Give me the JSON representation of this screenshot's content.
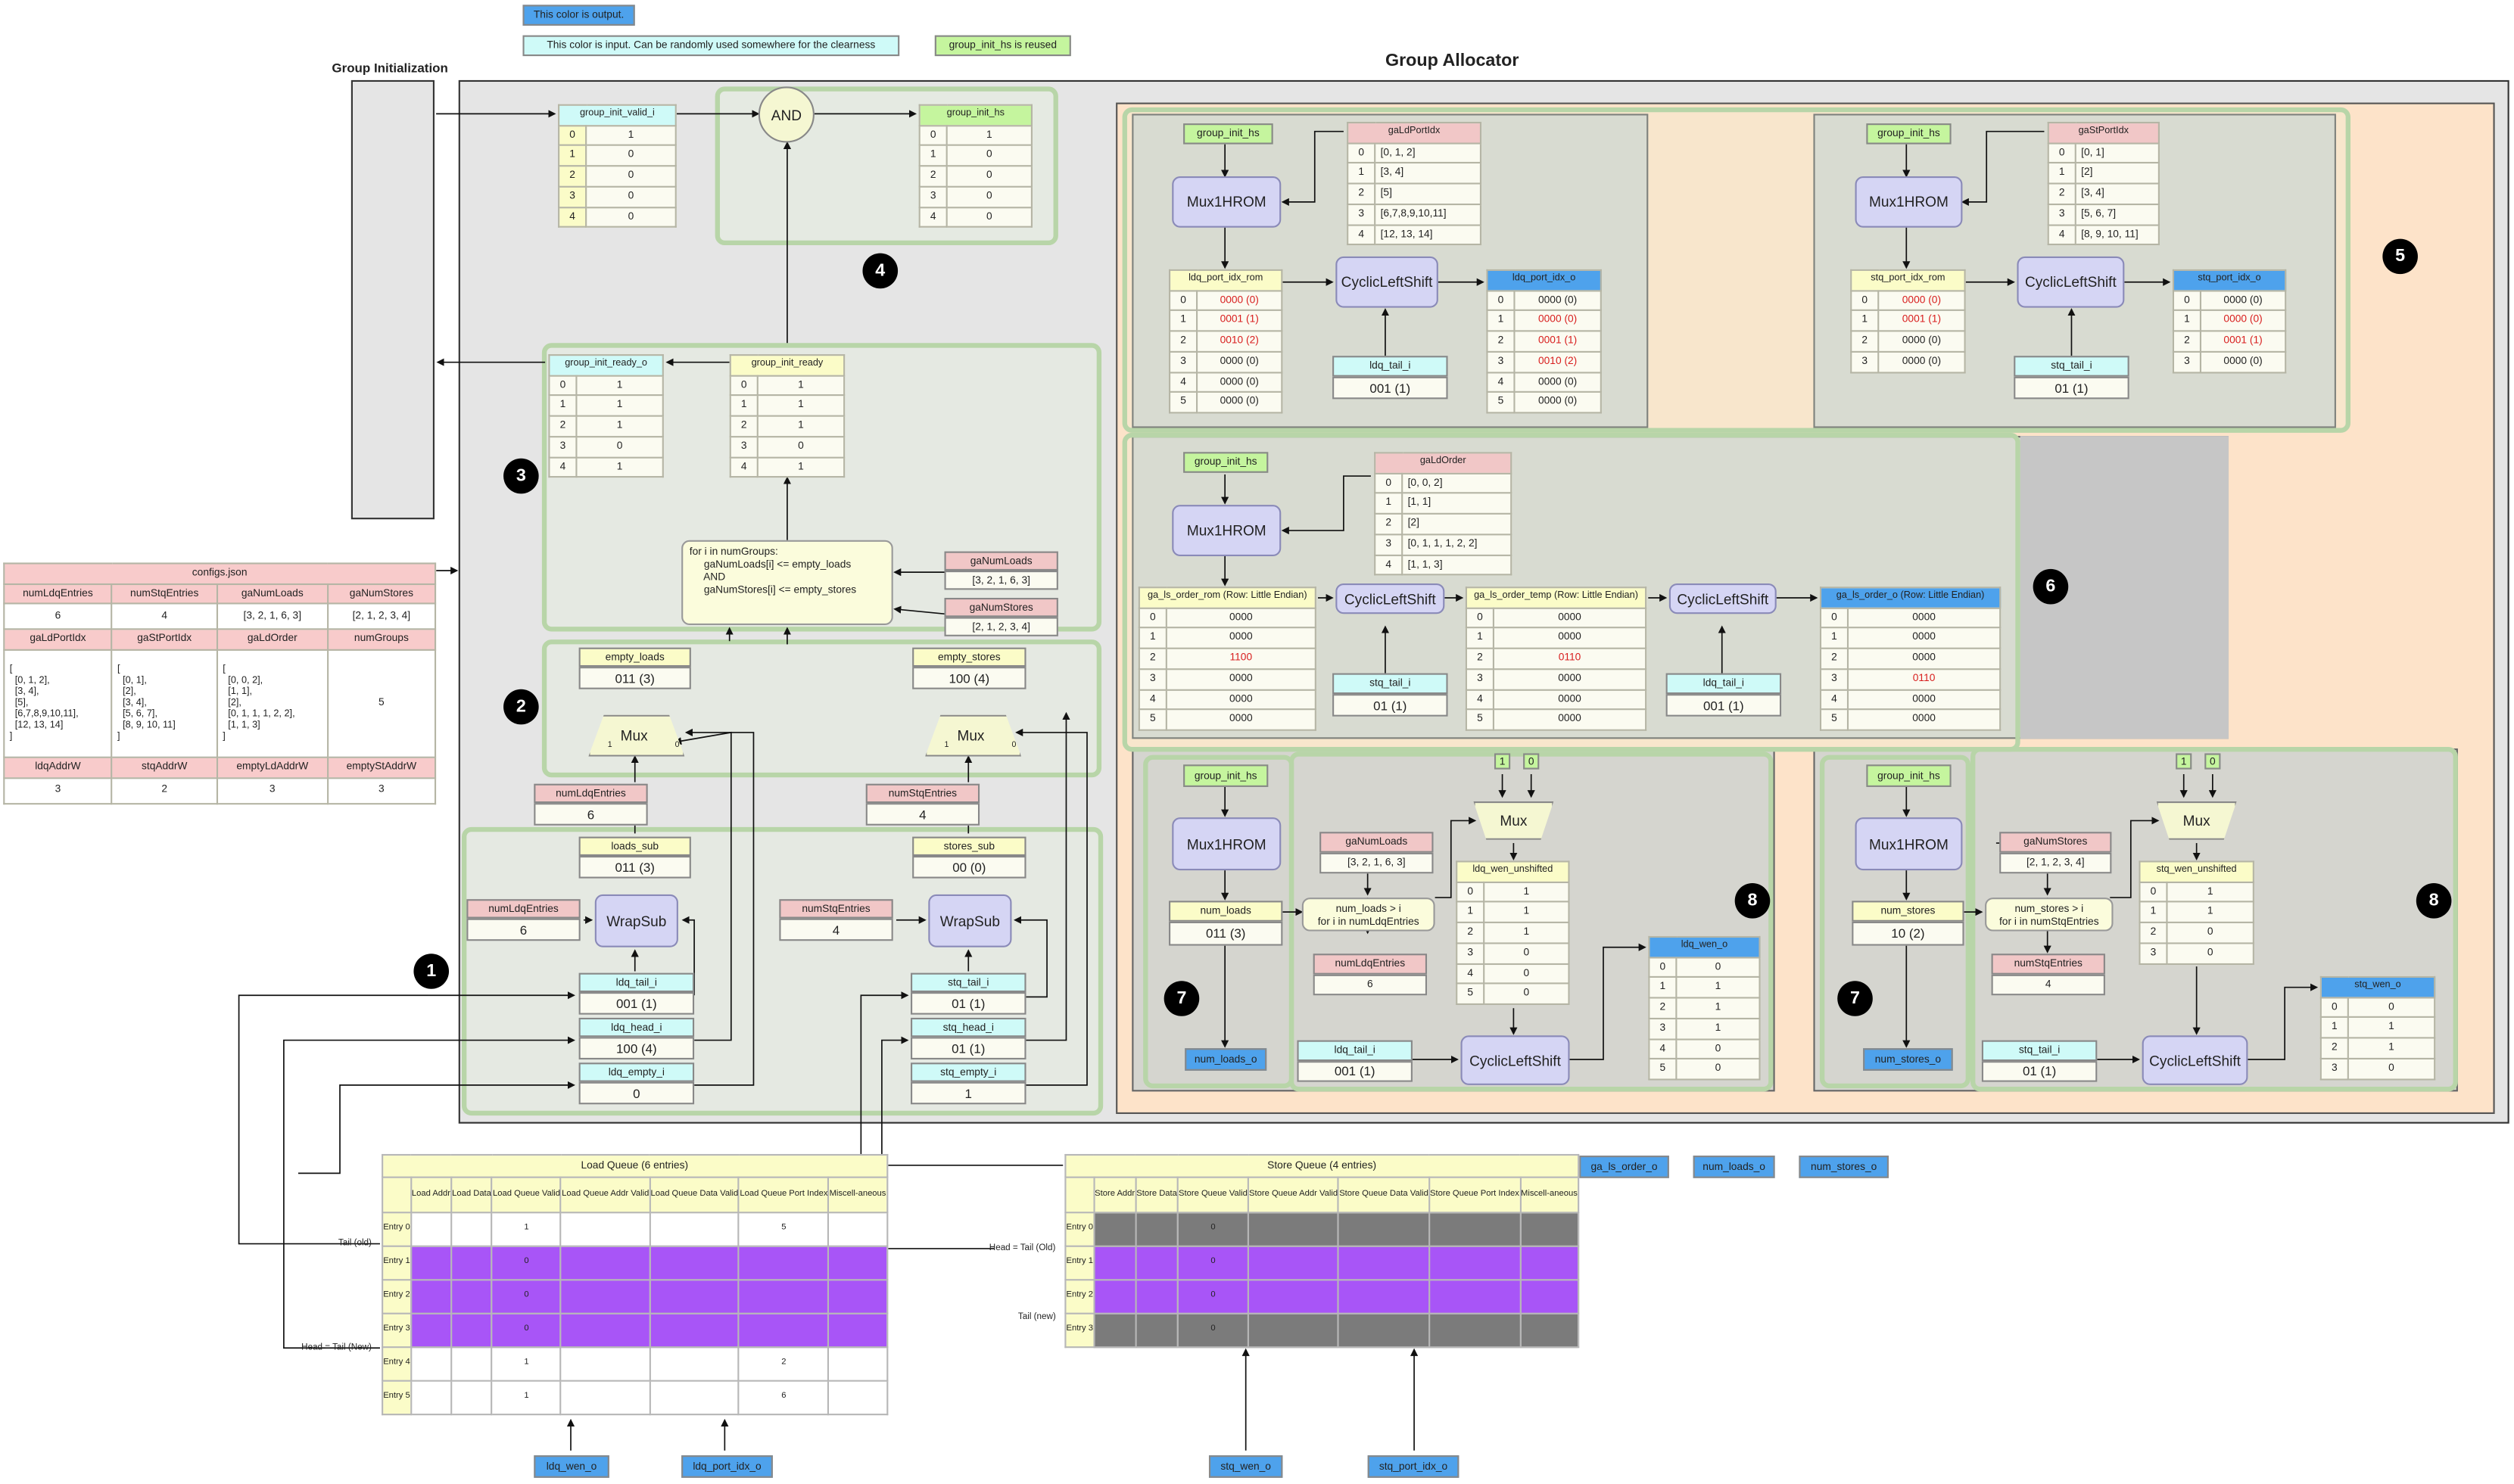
{
  "legend": {
    "output": "This color is output.",
    "input": "This color is input. Can be randomly used somewhere for the clearness",
    "reused": "group_init_hs is reused"
  },
  "titles": {
    "group_initialization": "Group Initialization",
    "group_allocator": "Group Allocator"
  },
  "configs": {
    "title": "configs.json",
    "row1_headers": [
      "numLdqEntries",
      "numStqEntries",
      "gaNumLoads",
      "gaNumStores"
    ],
    "row1_values": [
      "6",
      "4",
      "[3, 2, 1, 6, 3]",
      "[2, 1, 2, 3, 4]"
    ],
    "row2_headers": [
      "gaLdPortIdx",
      "gaStPortIdx",
      "gaLdOrder",
      "numGroups"
    ],
    "row2_values": [
      "[\n  [0, 1, 2],\n  [3, 4],\n  [5],\n  [6,7,8,9,10,11],\n  [12, 13, 14]\n]",
      "[\n  [0, 1],\n  [2],\n  [3, 4],\n  [5, 6, 7],\n  [8, 9, 10, 11]\n]",
      "[\n  [0, 0, 2],\n  [1, 1],\n  [2],\n  [0, 1, 1, 1, 2, 2],\n  [1, 1, 3]\n]",
      "5"
    ],
    "row3_headers": [
      "ldqAddrW",
      "stqAddrW",
      "emptyLdAddrW",
      "emptyStAddrW"
    ],
    "row3_values": [
      "3",
      "2",
      "3",
      "3"
    ]
  },
  "badges": [
    "1",
    "2",
    "3",
    "4",
    "5",
    "6",
    "7",
    "8",
    "7",
    "8"
  ],
  "init": {
    "valid_title": "group_init_valid_i",
    "valid": [
      "1",
      "0",
      "0",
      "0",
      "0"
    ],
    "and_label": "AND",
    "hs_title": "group_init_hs",
    "hs": [
      "1",
      "0",
      "0",
      "0",
      "0"
    ],
    "ready_o_title": "group_init_ready_o",
    "ready_o": [
      "1",
      "1",
      "1",
      "0",
      "1"
    ],
    "ready_title": "group_init_ready",
    "ready": [
      "1",
      "1",
      "1",
      "0",
      "1"
    ],
    "cond": "for i in numGroups:\n     gaNumLoads[i] <= empty_loads\n     AND\n     gaNumStores[i] <= empty_stores",
    "gaNumLoads_title": "gaNumLoads",
    "gaNumLoads": "[3, 2, 1, 6, 3]",
    "gaNumStores_title": "gaNumStores",
    "gaNumStores": "[2, 1, 2, 3, 4]"
  },
  "empty": {
    "loads_title": "empty_loads",
    "loads": "011 (3)",
    "stores_title": "empty_stores",
    "stores": "100 (4)",
    "mux": "Mux",
    "one": "1",
    "zero": "0",
    "numLdq_title": "numLdqEntries",
    "numLdq": "6",
    "numStq_title": "numStqEntries",
    "numStq": "4",
    "loads_sub_title": "loads_sub",
    "loads_sub": "011 (3)",
    "stores_sub_title": "stores_sub",
    "stores_sub": "00 (0)",
    "wrapsub": "WrapSub",
    "ldq_tail_title": "ldq_tail_i",
    "ldq_tail": "001 (1)",
    "ldq_head_title": "ldq_head_i",
    "ldq_head": "100 (4)",
    "ldq_empty_title": "ldq_empty_i",
    "ldq_empty": "0",
    "stq_tail_title": "stq_tail_i",
    "stq_tail": "01 (1)",
    "stq_head_title": "stq_head_i",
    "stq_head": "01 (1)",
    "stq_empty_title": "stq_empty_i",
    "stq_empty": "1"
  },
  "port_ld": {
    "hs": "group_init_hs",
    "rom": "Mux1HROM",
    "ga_title": "gaLdPortIdx",
    "ga": [
      "[0, 1, 2]",
      "[3, 4]",
      "[5]",
      "[6,7,8,9,10,11]",
      "[12, 13, 14]"
    ],
    "rom_title": "ldq_port_idx_rom",
    "rom_vals": [
      "0000 (0)",
      "0001 (1)",
      "0010 (2)",
      "0000 (0)",
      "0000 (0)",
      "0000 (0)"
    ],
    "shift": "CyclicLeftShift",
    "out_title": "ldq_port_idx_o",
    "out_vals": [
      "0000 (0)",
      "0000 (0)",
      "0001 (1)",
      "0010 (2)",
      "0000 (0)",
      "0000 (0)"
    ],
    "tail_title": "ldq_tail_i",
    "tail": "001 (1)"
  },
  "port_st": {
    "hs": "group_init_hs",
    "rom": "Mux1HROM",
    "ga_title": "gaStPortIdx",
    "ga": [
      "[0, 1]",
      "[2]",
      "[3, 4]",
      "[5, 6, 7]",
      "[8, 9, 10, 11]"
    ],
    "rom_title": "stq_port_idx_rom",
    "rom_vals": [
      "0000 (0)",
      "0001 (1)",
      "0000 (0)",
      "0000 (0)"
    ],
    "shift": "CyclicLeftShift",
    "out_title": "stq_port_idx_o",
    "out_vals": [
      "0000 (0)",
      "0000 (0)",
      "0001 (1)",
      "0000 (0)"
    ],
    "tail_title": "stq_tail_i",
    "tail": "01 (1)"
  },
  "order": {
    "hs": "group_init_hs",
    "rom": "Mux1HROM",
    "ga_title": "gaLdOrder",
    "ga": [
      "[0, 0, 2]",
      "[1, 1]",
      "[2]",
      "[0, 1, 1, 1, 2, 2]",
      "[1, 1, 3]"
    ],
    "rom_title": "ga_ls_order_rom (Row: Little Endian)",
    "rom_vals": [
      "0000",
      "0000",
      "1100",
      "0000",
      "0000",
      "0000"
    ],
    "shift": "CyclicLeftShift",
    "temp_title": "ga_ls_order_temp (Row: Little Endian)",
    "temp_vals": [
      "0000",
      "0000",
      "0110",
      "0000",
      "0000",
      "0000"
    ],
    "out_title": "ga_ls_order_o (Row: Little Endian)",
    "out_vals": [
      "0000",
      "0000",
      "0000",
      "0110",
      "0000",
      "0000"
    ],
    "stq_tail_title": "stq_tail_i",
    "stq_tail": "01 (1)",
    "ldq_tail_title": "ldq_tail_i",
    "ldq_tail": "001 (1)"
  },
  "wen_ld": {
    "hs": "group_init_hs",
    "rom": "Mux1HROM",
    "num_title": "num_loads",
    "num": "011 (3)",
    "num_o": "num_loads_o",
    "cond": "num_loads > i\nfor i in numLdqEntries",
    "ga_title": "gaNumLoads",
    "ga": "[3, 2, 1, 6, 3]",
    "entries_title": "numLdqEntries",
    "entries": "6",
    "mux": "Mux",
    "in1": "1",
    "in0": "0",
    "uns_title": "ldq_wen_unshifted",
    "uns": [
      "1",
      "1",
      "1",
      "0",
      "0",
      "0"
    ],
    "shift": "CyclicLeftShift",
    "tail_title": "ldq_tail_i",
    "tail": "001 (1)",
    "out_title": "ldq_wen_o",
    "out": [
      "0",
      "1",
      "1",
      "1",
      "0",
      "0"
    ]
  },
  "wen_st": {
    "hs": "group_init_hs",
    "rom": "Mux1HROM",
    "num_title": "num_stores",
    "num": "10 (2)",
    "num_o": "num_stores_o",
    "cond": "num_stores > i\nfor i in numStqEntries",
    "ga_title": "gaNumStores",
    "ga": "[2, 1, 2, 3, 4]",
    "entries_title": "numStqEntries",
    "entries": "4",
    "mux": "Mux",
    "in1": "1",
    "in0": "0",
    "uns_title": "stq_wen_unshifted",
    "uns": [
      "1",
      "1",
      "0",
      "0"
    ],
    "shift": "CyclicLeftShift",
    "tail_title": "stq_tail_i",
    "tail": "01 (1)",
    "out_title": "stq_wen_o",
    "out": [
      "0",
      "1",
      "1",
      "0"
    ]
  },
  "outputs": [
    "ga_ls_order_o",
    "num_loads_o",
    "num_stores_o"
  ],
  "load_queue": {
    "title": "Load Queue (6 entries)",
    "columns": [
      "Load Addr",
      "Load Data",
      "Load Queue Valid",
      "Load Queue Addr Valid",
      "Load Queue Data Valid",
      "Load Queue Port Index",
      "Miscell-aneous"
    ],
    "rows": [
      "Entry 0",
      "Entry 1",
      "Entry 2",
      "Entry 3",
      "Entry 4",
      "Entry 5"
    ],
    "valid": [
      "1",
      "0",
      "0",
      "0",
      "1",
      "1"
    ],
    "port": [
      "5",
      "",
      "",
      "",
      "2",
      "6"
    ],
    "tail_label": "Tail (old)",
    "head_label": "Head = Tail (New)",
    "wen": "ldq_wen_o",
    "port_out": "ldq_port_idx_o"
  },
  "store_queue": {
    "title": "Store Queue (4 entries)",
    "columns": [
      "Store Addr",
      "Store Data",
      "Store Queue Valid",
      "Store Queue Addr Valid",
      "Store Queue Data Valid",
      "Store Queue Port Index",
      "Miscell-aneous"
    ],
    "rows": [
      "Entry 0",
      "Entry 1",
      "Entry 2",
      "Entry 3"
    ],
    "valid": [
      "0",
      "0",
      "0",
      "0"
    ],
    "head_label": "Head = Tail (Old)",
    "tail_label": "Tail (new)",
    "wen": "stq_wen_o",
    "port_out": "stq_port_idx_o"
  },
  "colors": {
    "output": "#4ea2ec",
    "input": "#cffaf8",
    "reused": "#c5f59e",
    "config": "#f1c7c7",
    "block": "#d5d5f4",
    "queue_busy": "#a855f7",
    "queue_empty": "#7b7b7b"
  }
}
